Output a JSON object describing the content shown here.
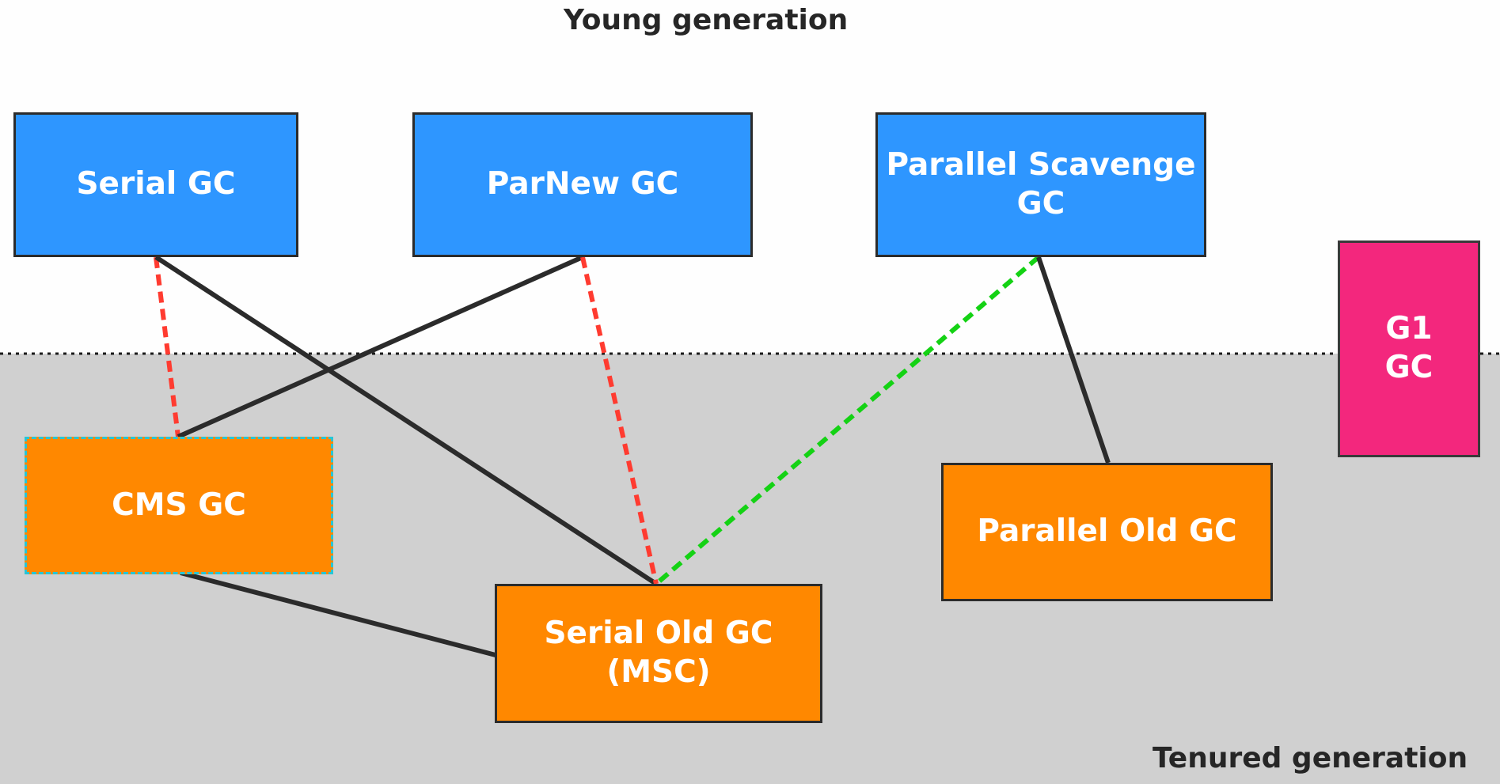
{
  "zones": {
    "young_label": "Young generation",
    "tenured_label": "Tenured generation"
  },
  "collectors": {
    "serial": "Serial GC",
    "parnew": "ParNew GC",
    "parallel_scavenge": "Parallel Scavenge\nGC",
    "g1": "G1\nGC",
    "cms": "CMS GC",
    "parallel_old": "Parallel Old GC",
    "serial_old": "Serial Old GC\n(MSC)"
  },
  "connections": [
    {
      "from": "Serial GC",
      "to": "CMS GC",
      "style": "dashed",
      "color": "#ff3b30"
    },
    {
      "from": "Serial GC",
      "to": "Serial Old GC (MSC)",
      "style": "solid",
      "color": "#2b2b2b"
    },
    {
      "from": "ParNew GC",
      "to": "CMS GC",
      "style": "solid",
      "color": "#2b2b2b"
    },
    {
      "from": "ParNew GC",
      "to": "Serial Old GC (MSC)",
      "style": "dashed",
      "color": "#ff3b30"
    },
    {
      "from": "Parallel Scavenge GC",
      "to": "Serial Old GC (MSC)",
      "style": "dashed",
      "color": "#14d214"
    },
    {
      "from": "Parallel Scavenge GC",
      "to": "Parallel Old GC",
      "style": "solid",
      "color": "#2b2b2b"
    },
    {
      "from": "CMS GC",
      "to": "Serial Old GC (MSC)",
      "style": "solid",
      "color": "#2b2b2b"
    }
  ],
  "colors": {
    "young_box": "#2e96ff",
    "old_box": "#ff8800",
    "g1_box": "#f3277d",
    "tenured_background": "#d0d0d0",
    "cms_border": "#27c6d6"
  }
}
